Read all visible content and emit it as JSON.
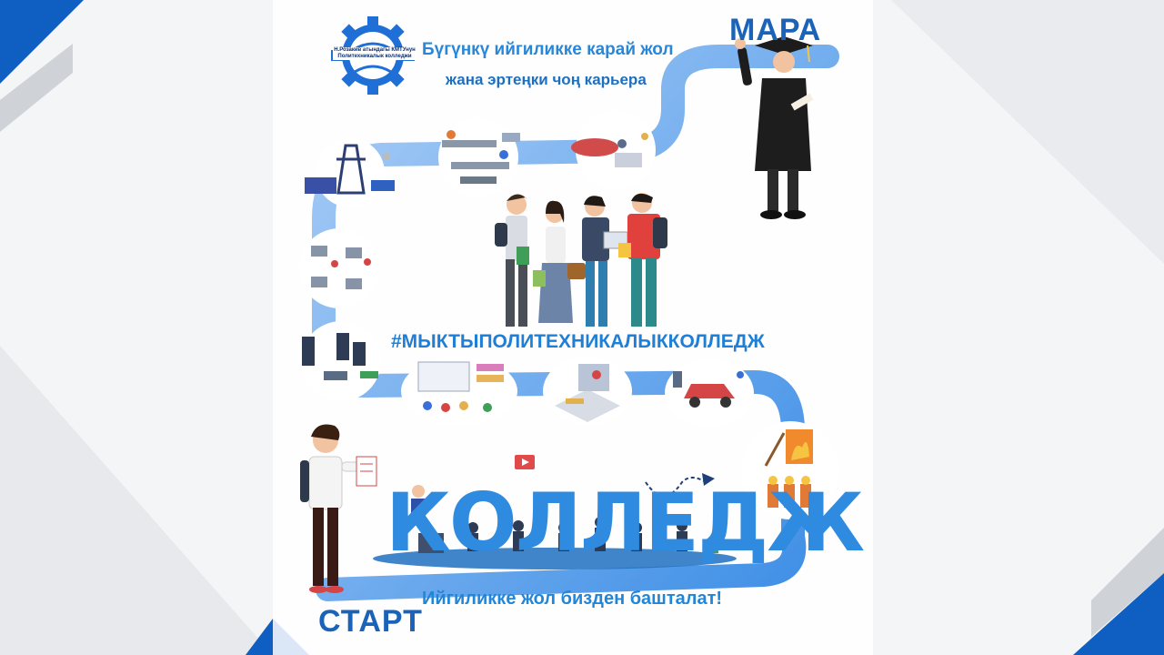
{
  "logo": {
    "text_line1": "Н.Розакив атындагы КМТУнун",
    "text_line2": "Политехникалык колледжи"
  },
  "tagline": {
    "line1": "Бүгүнкү ийгиликке карай жол",
    "line2": "жана эртеңки чоң карьера"
  },
  "labels": {
    "goal": "МАРА",
    "start": "СТАРТ",
    "hashtag": "#МЫКТЫПОЛИТЕХНИКАЛЫККОЛЛЕДЖ",
    "college": "КОЛЛЕДЖ",
    "bottom_tagline": "Ийгиликке жол бизден башталат!"
  },
  "colors": {
    "path": "#4a97e8",
    "path_light": "#a9cdf6",
    "brand_blue": "#1a63b8",
    "corner_blue": "#0f5fc2",
    "corner_gray": "#cfd2d6"
  },
  "icons": [
    "gear-logo-icon",
    "power-grid-icon",
    "factory-line-icon",
    "food-production-icon",
    "office-desk-icon",
    "electronics-icon",
    "server-rack-icon",
    "presentation-icon",
    "interior-design-icon",
    "car-repair-icon",
    "firefighter-icon"
  ]
}
